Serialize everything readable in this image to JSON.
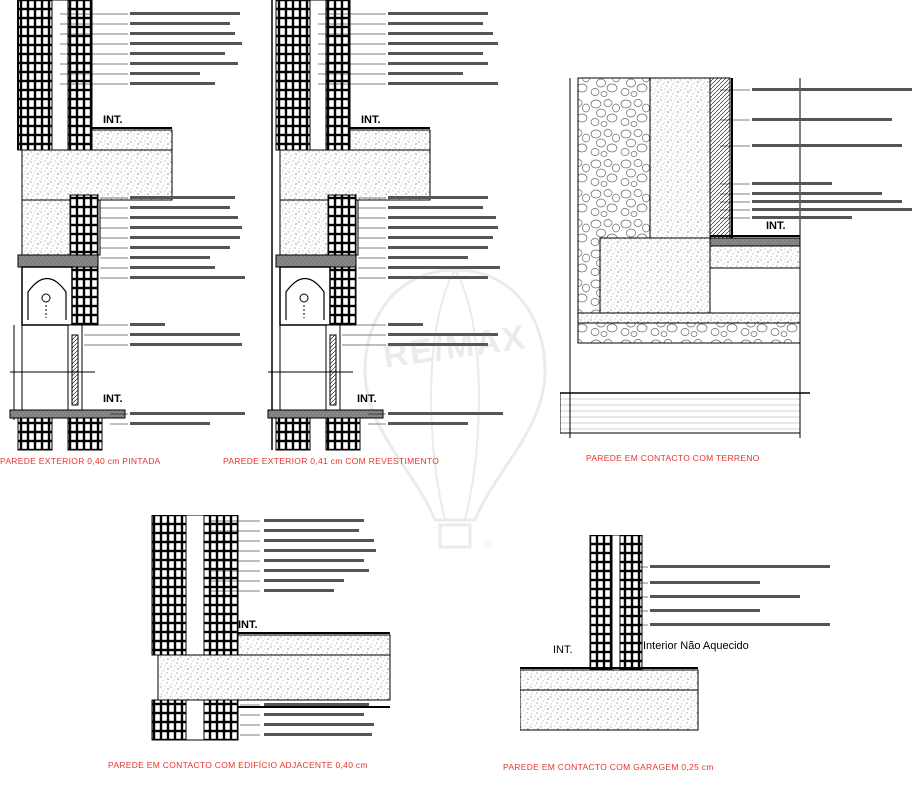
{
  "colors": {
    "caption": "#e8322a",
    "line": "#000000",
    "watermark": "#b0b0b0"
  },
  "details": [
    {
      "caption": "PAREDE EXTERIOR 0,40 cm PINTADA",
      "int_labels": [
        "INT.",
        "INT."
      ]
    },
    {
      "caption": "PAREDE EXTERIOR 0,41 cm COM REVESTIMENTO",
      "int_labels": [
        "INT.",
        "INT."
      ]
    },
    {
      "caption": "PAREDE EM CONTACTO COM TERRENO",
      "int_labels": [
        "INT."
      ]
    },
    {
      "caption": "PAREDE EM CONTACTO COM EDIFÍCIO ADJACENTE 0,40 cm",
      "int_labels": [
        "INT."
      ]
    },
    {
      "caption": "PAREDE EM CONTACTO COM GARAGEM  0,25 cm",
      "int_labels": [
        "INT.",
        "Interior Não Aquecido"
      ]
    }
  ],
  "watermark": {
    "brand": "RE/MAX",
    "mark": "®",
    "icon": "hot-air-balloon-icon"
  }
}
